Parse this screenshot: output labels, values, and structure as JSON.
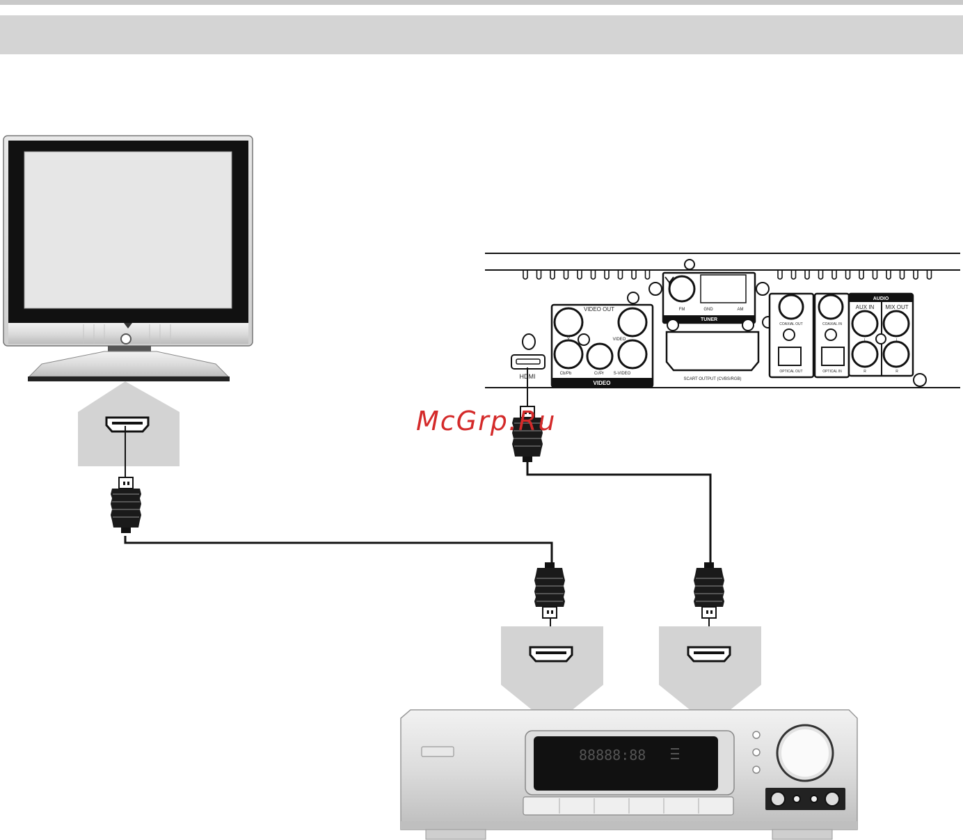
{
  "watermark": "McGrp.Ru",
  "panel": {
    "video_out": "VIDEO OUT",
    "y": "Y",
    "video": "VIDEO",
    "cb_pb": "Cb/Pb",
    "cr_pr": "Cr/Pr",
    "s_video": "S-VIDEO",
    "video_group": "VIDEO",
    "hdmi": "HDMI",
    "fm": "FM",
    "gnd": "GND",
    "am": "AM",
    "tuner": "TUNER",
    "scart": "SCART OUTPUT (CVBS/RGB)",
    "coaxial_out": "COAXIAL OUT",
    "coaxial_in": "COAXIAL IN",
    "optical_out": "OPTICAL OUT",
    "optical_in": "OPTICAL IN",
    "audio": "AUDIO",
    "aux_in": "AUX IN",
    "mix_out": "MIX OUT",
    "l1": "L",
    "r1": "R",
    "l2": "L",
    "r2": "R"
  },
  "receiver": {
    "display_digits": "88888:88"
  },
  "colors": {
    "header_bar": "#d4d4d4",
    "callout": "#d3d3d3",
    "cable": "#111111",
    "watermark": "#d42a2a"
  }
}
